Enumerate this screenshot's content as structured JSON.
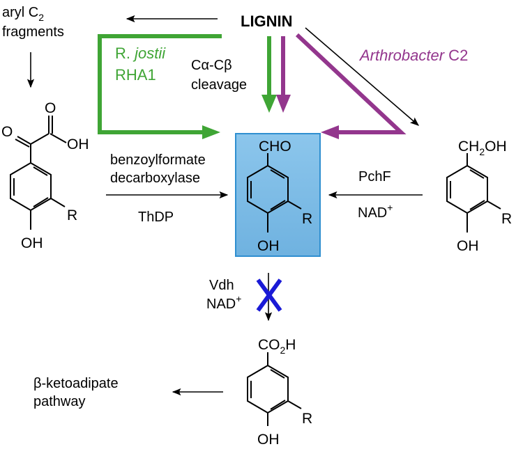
{
  "labels": {
    "lignin": "LIGNIN",
    "aryl_line1": "aryl C",
    "aryl_sub": "2",
    "aryl_line2": "fragments",
    "rjostii_prefix": "R. ",
    "rjostii_species": "jostii",
    "rha1": "RHA1",
    "cleavage_line1": "Cα-Cβ",
    "cleavage_line2": "cleavage",
    "arthrobacter_genus": "Arthrobacter",
    "arthrobacter_strain": " C2",
    "benzoyl_line1": "benzoylformate",
    "benzoyl_line2": "decarboxylase",
    "thdp": "ThDP",
    "pchf": "PchF",
    "nad_plus_right": "NAD",
    "vdh": "Vdh",
    "nad_plus_mid": "NAD",
    "plus": "+",
    "ketoadipate_line1": "β-ketoadipate",
    "ketoadipate_line2": "pathway"
  },
  "molecules": {
    "left": {
      "o": "O",
      "oh": "OH",
      "r": "R",
      "para_oh": "OH"
    },
    "center": {
      "top": "CHO",
      "r": "R",
      "para_oh": "OH"
    },
    "right": {
      "top_ch": "CH",
      "top_sub": "2",
      "top_oh": "OH",
      "r": "R",
      "para_oh": "OH"
    },
    "bottom": {
      "top_co": "CO",
      "top_sub": "2",
      "top_h": "H",
      "r": "R",
      "para_oh": "OH"
    }
  },
  "colors": {
    "green": "#3fa535",
    "purple": "#93368d",
    "box_fill": "#7fbde6",
    "box_stroke": "#2f8fd0",
    "blocked_x": "#1a1ad6"
  }
}
